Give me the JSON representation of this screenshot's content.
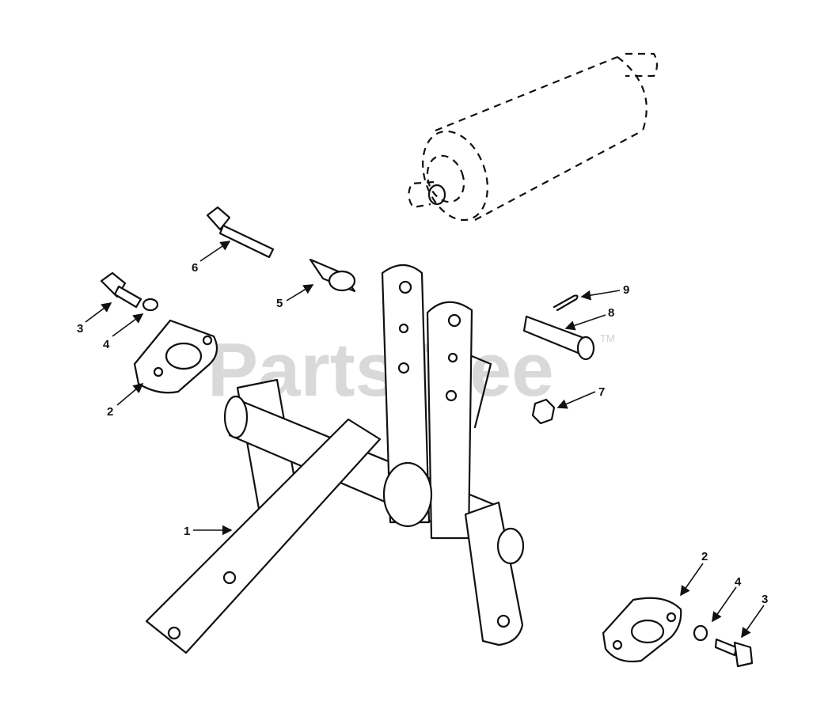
{
  "watermark": {
    "text": "PartsTree",
    "trademark": "TM"
  },
  "callouts": {
    "c1": "1",
    "c2a": "2",
    "c2b": "2",
    "c3a": "3",
    "c3b": "3",
    "c4a": "4",
    "c4b": "4",
    "c5": "5",
    "c6": "6",
    "c7": "7",
    "c8": "8",
    "c9": "9"
  }
}
